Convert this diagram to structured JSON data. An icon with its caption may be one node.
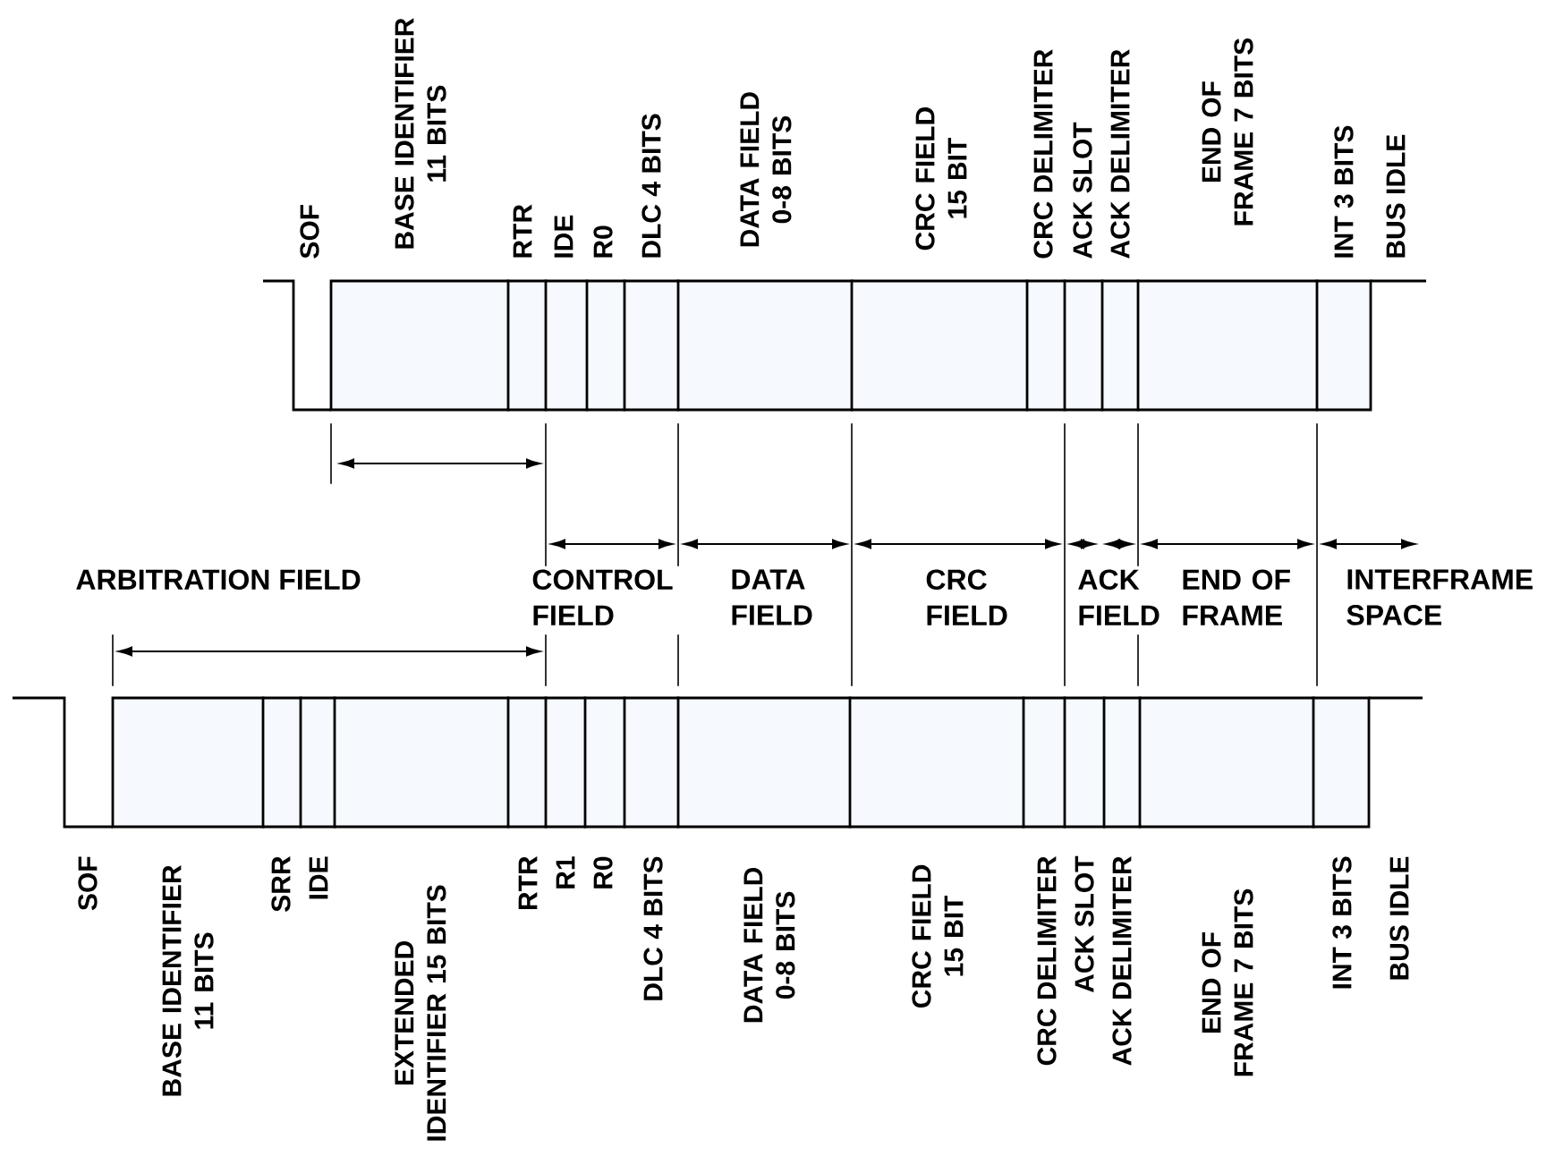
{
  "diagram": {
    "labels": [
      "SOF",
      "BASE IDENTIFIER 11 BITS",
      "RTR",
      "IDE",
      "R0",
      "DLC 4 BITS",
      "DATA FIELD 0-8 BITS",
      "CRC FIELD 15 BIT",
      "CRC DELIMITER",
      "ACK SLOT",
      "ACK DELIMITER",
      "END OF FRAME 7 BITS",
      "INT 3 BITS",
      "BUS IDLE",
      "ARBITRATION FIELD",
      "CONTROL FIELD",
      "DATA FIELD",
      "CRC FIELD",
      "ACK FIELD",
      "END OF FRAME",
      "INTERFRAME SPACE",
      "SOF",
      "BASE IDENTIFIER 11 BITS",
      "SRR",
      "IDE",
      "EXTENDED IDENTIFIER 15 BITS",
      "RTR",
      "R1",
      "R0",
      "DLC 4 BITS",
      "DATA FIELD 0-8 BITS",
      "CRC FIELD 15 BIT",
      "CRC DELIMITER",
      "ACK SLOT",
      "ACK DELIMITER",
      "END OF FRAME 7 BITS",
      "INT 3 BITS",
      "BUS IDLE"
    ]
  }
}
